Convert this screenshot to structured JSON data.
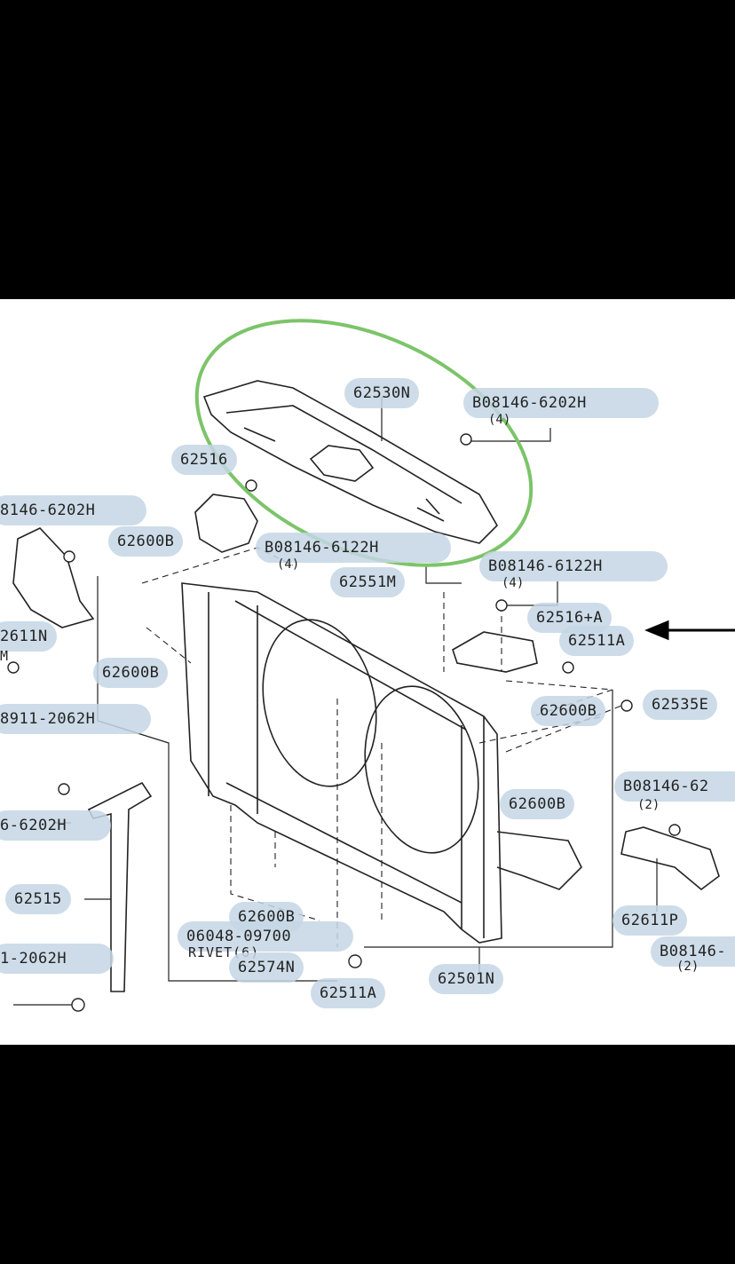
{
  "colors": {
    "highlight_ellipse": "#7cc46a",
    "callout_bg": "#c4d6e4",
    "line": "#222222"
  },
  "labels": {
    "p62530N": "62530N",
    "p08146_6202H_a": "B08146-6202H",
    "qty4_a": "(4)",
    "p62516": "62516",
    "p08146_6202H_left": "8146-6202H",
    "p62600B_a": "62600B",
    "p08146_6122H_a": "B08146-6122H",
    "qty4_b": "(4)",
    "p62551M": "62551M",
    "p08146_6122H_b": "B08146-6122H",
    "qty4_c": "(4)",
    "p62516A": "62516+A",
    "p62611N": "2611N",
    "p62511A_a": "62511A",
    "p62600B_b": "62600B",
    "p08911_2062H_a": "8911-2062H",
    "p62600B_c": "62600B",
    "p62535E": "62535E",
    "p08146_6202H_b": "6-6202H",
    "p62600B_d": "62600B",
    "p08146_62_c": "B08146-62",
    "qty2_a": "(2)",
    "p62515": "62515",
    "p62600B_e": "62600B",
    "p06048_09700": "06048-09700",
    "rivet": "RIVET(6)",
    "p62574N": "62574N",
    "p62611P": "62611P",
    "p08911_2062H_b": "1-2062H",
    "p62511A_b": "62511A",
    "p62501N": "62501N",
    "p08146_d": "B08146-",
    "qty2_b": "(2)",
    "m_label": "M"
  }
}
